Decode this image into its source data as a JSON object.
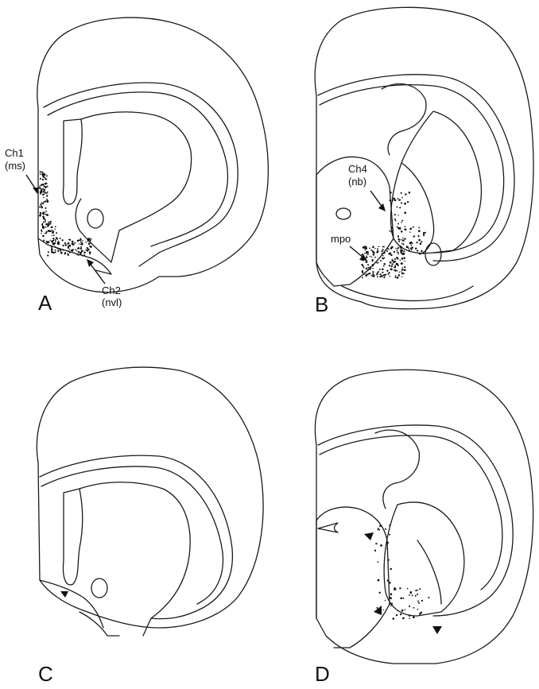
{
  "panels": [
    {
      "letter": "A",
      "labels": [
        {
          "line1": "Ch1",
          "line2": "(ms)"
        },
        {
          "line1": "Ch2",
          "line2": "(nvl)"
        }
      ]
    },
    {
      "letter": "B",
      "labels": [
        {
          "line1": "Ch4",
          "line2": "(nb)"
        },
        {
          "line1": "mpo",
          "line2": ""
        }
      ]
    },
    {
      "letter": "C",
      "labels": []
    },
    {
      "letter": "D",
      "labels": []
    }
  ],
  "colors": {
    "ink": "#111111",
    "background": "#ffffff"
  }
}
